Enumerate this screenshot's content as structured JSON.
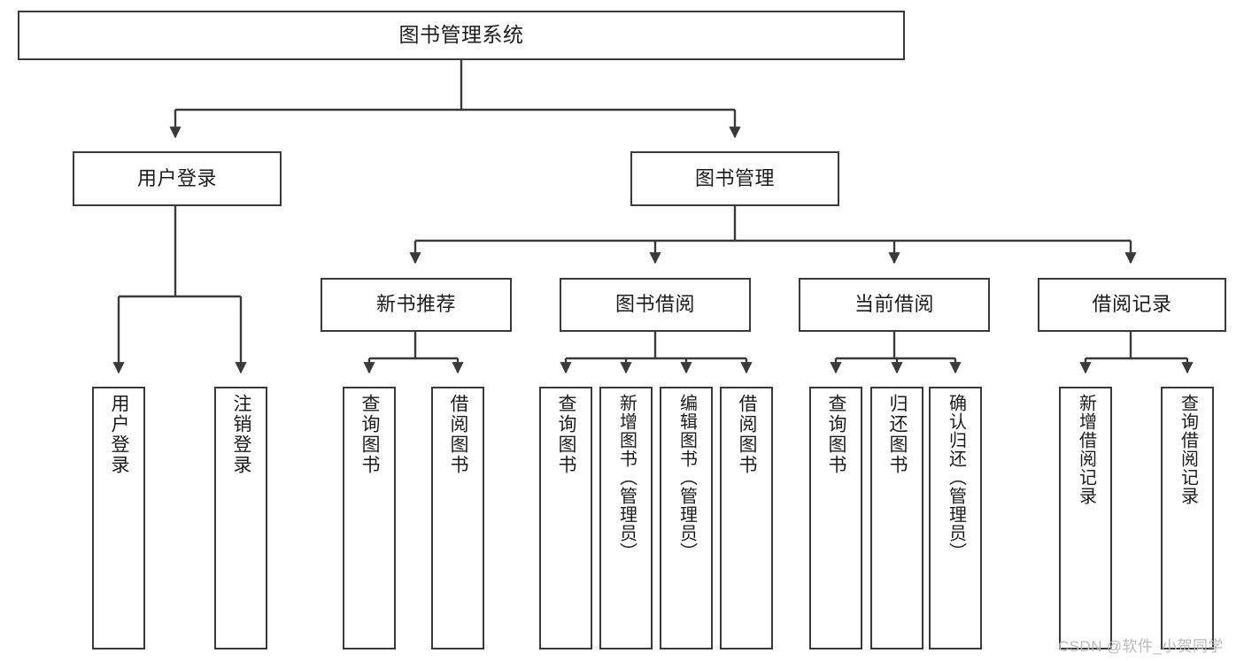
{
  "diagram": {
    "title": "图书管理系统",
    "type": "tree-hierarchy",
    "root": {
      "id": "root",
      "label": "图书管理系统"
    },
    "level2": [
      {
        "id": "user-login",
        "label": "用户登录"
      },
      {
        "id": "book-management",
        "label": "图书管理"
      }
    ],
    "level3": [
      {
        "id": "new-book-recommend",
        "label": "新书推荐",
        "parent": "book-management"
      },
      {
        "id": "book-borrow",
        "label": "图书借阅",
        "parent": "book-management"
      },
      {
        "id": "current-borrow",
        "label": "当前借阅",
        "parent": "book-management"
      },
      {
        "id": "borrow-record",
        "label": "借阅记录",
        "parent": "book-management"
      }
    ],
    "leaves": {
      "user_login": [
        {
          "id": "leaf-user-login",
          "label": "用户登录"
        },
        {
          "id": "leaf-logout",
          "label": "注销登录"
        }
      ],
      "new_book_recommend": [
        {
          "id": "leaf-query-book-1",
          "label": "查询图书"
        },
        {
          "id": "leaf-borrow-book-1",
          "label": "借阅图书"
        }
      ],
      "book_borrow": [
        {
          "id": "leaf-query-book-2",
          "label": "查询图书"
        },
        {
          "id": "leaf-add-book",
          "label": "新增图书（管理员）"
        },
        {
          "id": "leaf-edit-book",
          "label": "编辑图书（管理员）"
        },
        {
          "id": "leaf-borrow-book-2",
          "label": "借阅图书"
        }
      ],
      "current_borrow": [
        {
          "id": "leaf-query-book-3",
          "label": "查询图书"
        },
        {
          "id": "leaf-return-book",
          "label": "归还图书"
        },
        {
          "id": "leaf-confirm-return",
          "label": "确认归还（管理员）"
        }
      ],
      "borrow_record": [
        {
          "id": "leaf-add-record",
          "label": "新增借阅记录"
        },
        {
          "id": "leaf-query-record",
          "label": "查询借阅记录"
        }
      ]
    }
  },
  "watermark": {
    "text": "CSDN @软件_小贺同学"
  },
  "colors": {
    "box_border": "#3a3a3a",
    "box_fill": "#ffffff",
    "text": "#1c1c1c",
    "connector": "#3a3a3a",
    "watermark": "#b9b9b9",
    "background": "#ffffff"
  }
}
